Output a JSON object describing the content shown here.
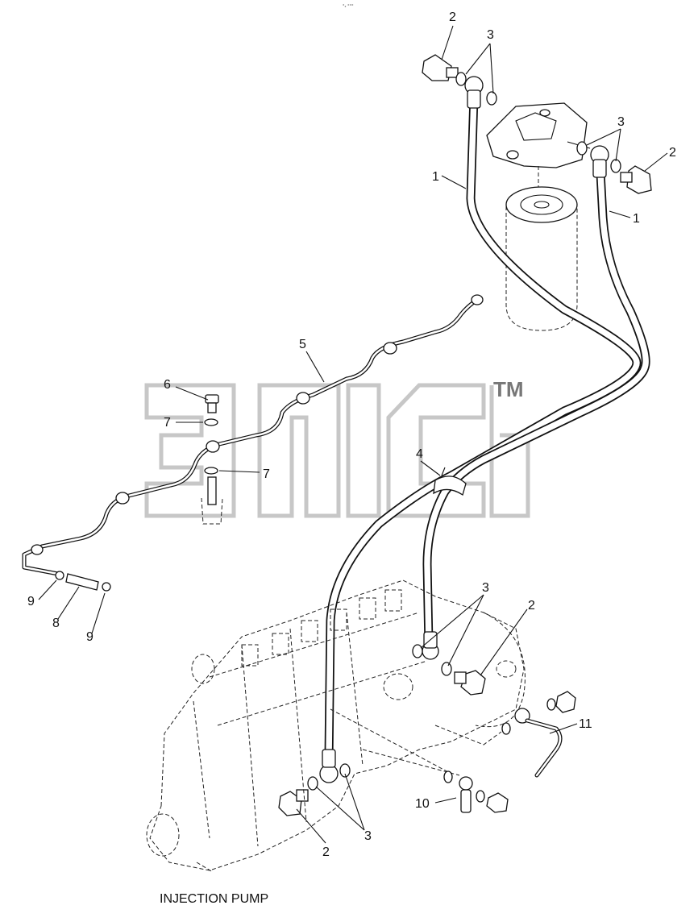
{
  "caption": "INJECTION PUMP",
  "header_mark": "°₂ °°°",
  "watermark": {
    "trademark": "TM"
  },
  "callouts": [
    {
      "id": "c2-top",
      "text": "2"
    },
    {
      "id": "c3-top",
      "text": "3"
    },
    {
      "id": "c3-right",
      "text": "3"
    },
    {
      "id": "c2-right",
      "text": "2"
    },
    {
      "id": "c1-left",
      "text": "1"
    },
    {
      "id": "c1-right",
      "text": "1"
    },
    {
      "id": "c5",
      "text": "5"
    },
    {
      "id": "c6",
      "text": "6"
    },
    {
      "id": "c7-upper",
      "text": "7"
    },
    {
      "id": "c7-lower",
      "text": "7"
    },
    {
      "id": "c4",
      "text": "4"
    },
    {
      "id": "c9-left",
      "text": "9"
    },
    {
      "id": "c8",
      "text": "8"
    },
    {
      "id": "c9-right",
      "text": "9"
    },
    {
      "id": "c3-mid",
      "text": "3"
    },
    {
      "id": "c2-mid",
      "text": "2"
    },
    {
      "id": "c11",
      "text": "11"
    },
    {
      "id": "c10",
      "text": "10"
    },
    {
      "id": "c3-bottom",
      "text": "3"
    },
    {
      "id": "c2-bottom",
      "text": "2"
    }
  ]
}
